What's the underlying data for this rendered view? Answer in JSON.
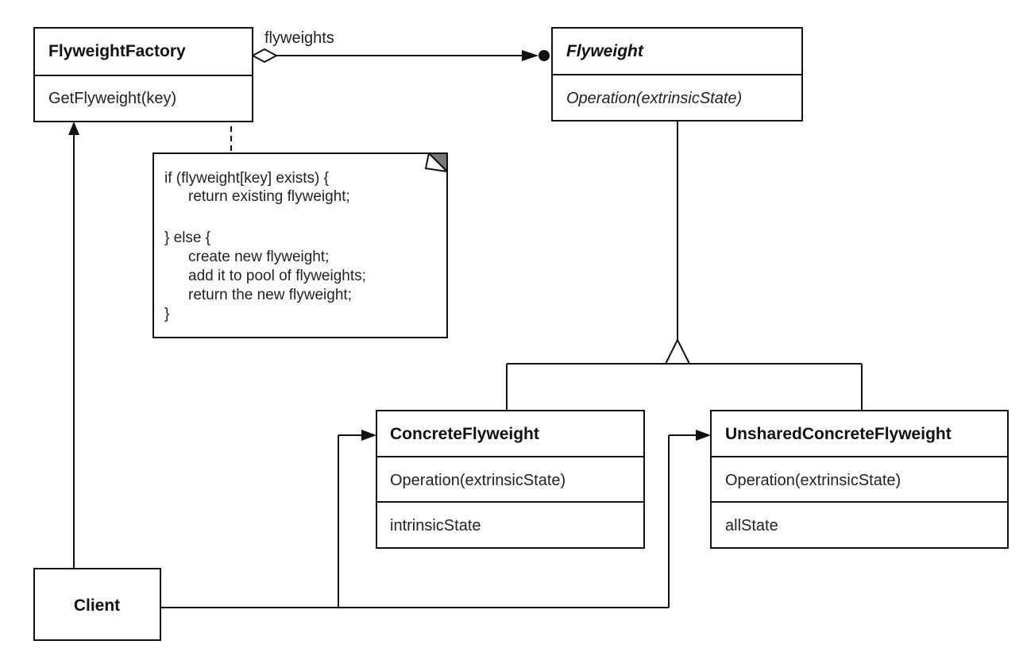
{
  "classes": {
    "flyweight_factory": {
      "name": "FlyweightFactory",
      "operation": "GetFlyweight(key)"
    },
    "flyweight": {
      "name": "Flyweight",
      "operation": "Operation(extrinsicState)"
    },
    "concrete_flyweight": {
      "name": "ConcreteFlyweight",
      "operation": "Operation(extrinsicState)",
      "attribute": "intrinsicState"
    },
    "unshared_concrete_flyweight": {
      "name": "UnsharedConcreteFlyweight",
      "operation": "Operation(extrinsicState)",
      "attribute": "allState"
    },
    "client": {
      "name": "Client"
    }
  },
  "associations": {
    "flyweights_label": "flyweights"
  },
  "note": {
    "lines": [
      "if (flyweight[key] exists) {",
      "return existing flyweight;",
      "} else {",
      "create new flyweight;",
      "add it to pool of flyweights;",
      "return the new flyweight;",
      "}"
    ]
  }
}
